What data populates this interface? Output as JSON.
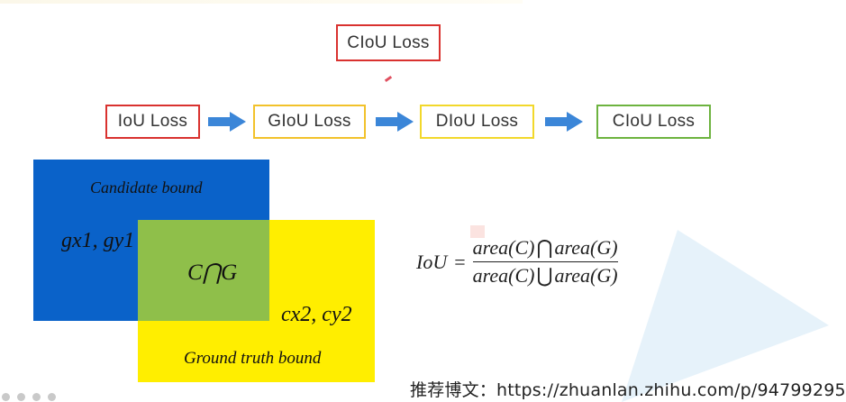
{
  "title_box": {
    "label": "CIoU Loss",
    "color": "#d9322f"
  },
  "flow": [
    {
      "label": "IoU Loss",
      "color": "#d9322f"
    },
    {
      "label": "GIoU Loss",
      "color": "#f2c22b"
    },
    {
      "label": "DIoU Loss",
      "color": "#f2d82b"
    },
    {
      "label": "CIoU Loss",
      "color": "#6db33f"
    }
  ],
  "arrow_color": "#3b86d8",
  "diagram": {
    "candidate_label": "Candidate bound",
    "ground_truth_label": "Ground truth bound",
    "corner1_label": "gx1, gy1",
    "corner2_label": "cx2, cy2",
    "intersection_label": "C⋂G",
    "colors": {
      "candidate": "#0a62c9",
      "ground_truth": "#ffee00",
      "intersection": "#8fbf4a"
    }
  },
  "formula": {
    "lhs": "IoU",
    "eq": "=",
    "num_left": "area(C)",
    "num_op": "⋂",
    "num_right": "area(G)",
    "den_left": "area(C)",
    "den_op": "⋃",
    "den_right": "area(G)"
  },
  "source_text": "推荐博文：https://zhuanlan.zhihu.com/p/94799295"
}
